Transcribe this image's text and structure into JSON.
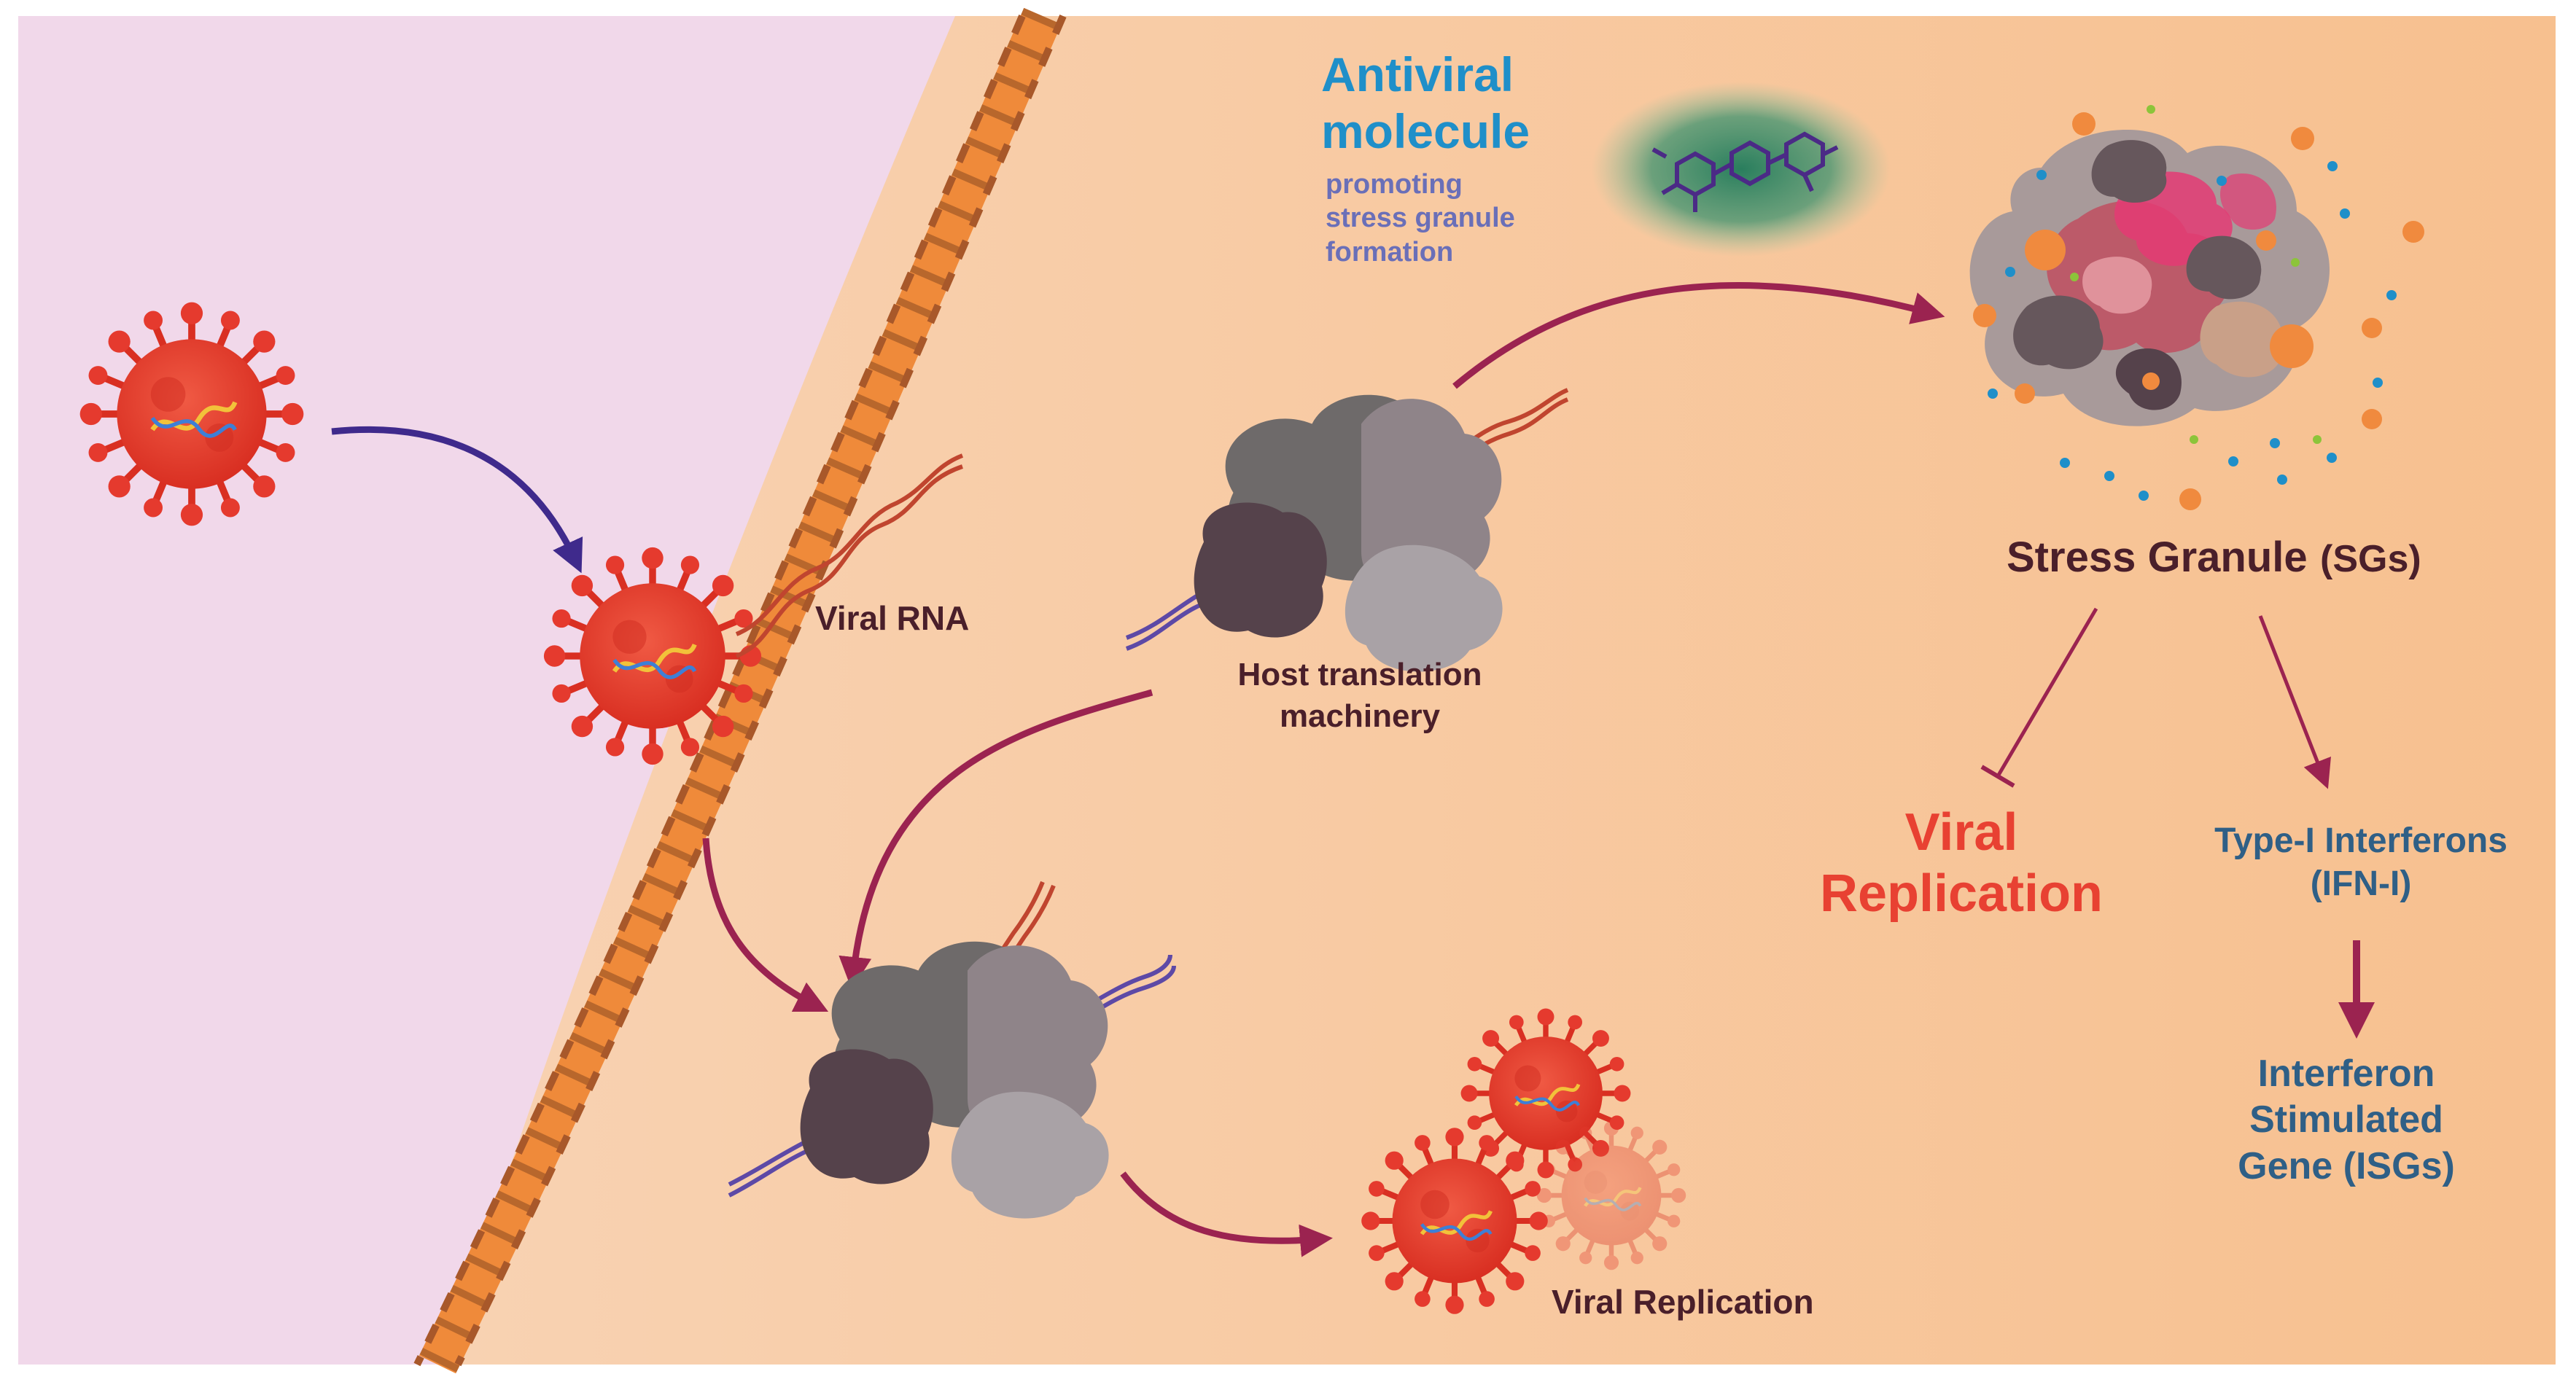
{
  "labels": {
    "antiviral_line1": "Antiviral",
    "antiviral_line2": "molecule",
    "antiviral_sub_line1": "promoting",
    "antiviral_sub_line2": "stress granule",
    "antiviral_sub_line3": "formation",
    "viral_rna": "Viral RNA",
    "host_line1": "Host translation",
    "host_line2": "machinery",
    "stress_granule": "Stress Granule",
    "stress_granule_abbr": "(SGs)",
    "viral_replication_line1": "Viral",
    "viral_replication_line2": "Replication",
    "ifn_line1": "Type-I Interferons",
    "ifn_line2": "(IFN-I)",
    "isg_line1": "Interferon",
    "isg_line2": "Stimulated",
    "isg_line3": "Gene (ISGs)",
    "viral_replication_small": "Viral Replication"
  },
  "colors": {
    "extracellular": "#f1d8ea",
    "cytoplasm": "#f7c9a0",
    "membrane": "#ef8a3a",
    "virus": "#e53a2e",
    "arrow_entry": "#3f2a8c",
    "arrow_pathway": "#9b2350",
    "antiviral_text": "#1f8fc9",
    "subtitle_text": "#6a6fb8",
    "dark_label": "#4a1f2a",
    "viral_replication": "#e84132",
    "interferon_text": "#2f5f86",
    "ribosome_dark": "#55424b",
    "ribosome_mid": "#6e6a6a",
    "ribosome_light": "#a9a2a6",
    "rna_blue": "#5d49a6",
    "rna_red": "#c0452f"
  },
  "icons": [
    "virus-icon",
    "ribosome-icon",
    "rna-helix-icon",
    "antiviral-molecule-icon",
    "stress-granule-icon",
    "cell-membrane"
  ]
}
